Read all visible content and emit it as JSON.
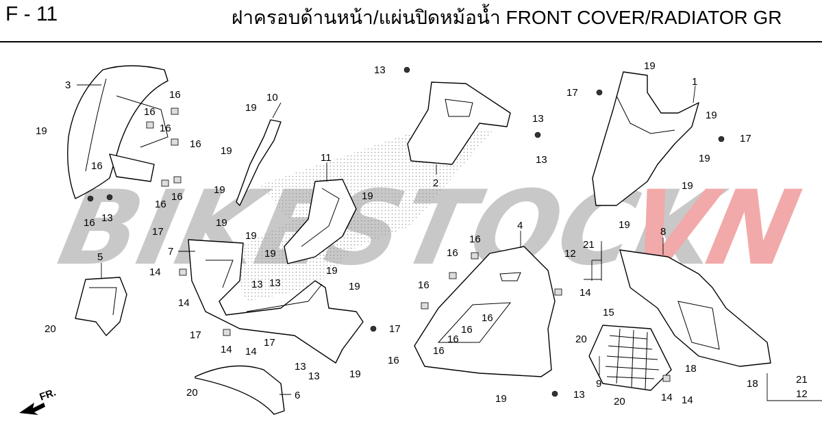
{
  "header": {
    "code": "F - 11",
    "title": "ฝาครอบด้านหน้า/แผ่นปิดหม้อน้ำ  FRONT COVER/RADIATOR GR"
  },
  "watermark": {
    "text_gray": "BIKESTOCK",
    "text_red": "VN",
    "color_gray": "#c8c8c8",
    "color_red": "#f2a9a9"
  },
  "direction_indicator": {
    "label": "FR."
  },
  "callouts": {
    "c1": "1",
    "c2": "2",
    "c3": "3",
    "c4": "4",
    "c5": "5",
    "c6": "6",
    "c7": "7",
    "c8": "8",
    "c9": "9",
    "c10": "10",
    "c11": "11",
    "c3_16a": "16",
    "c3_16b": "16",
    "c3_16c": "16",
    "c3_16d": "16",
    "c3_16e": "16",
    "c3_16f": "16",
    "c3_16g": "16",
    "c3_16h": "16",
    "c3_19": "19",
    "c3_13": "13",
    "c10_19a": "19",
    "c10_19b": "19",
    "c10_19c": "19",
    "c10_19d": "19",
    "c7_17": "17",
    "c7_19": "19",
    "c7_19b": "19",
    "c7_14a": "14",
    "c7_14b": "14",
    "c7_17b": "17",
    "c7_13a": "13",
    "c7_13b": "13",
    "c7_14c": "14",
    "c7_14d": "14",
    "c7_17c": "17",
    "c7_13c": "13",
    "c7_13d": "13",
    "c7_19c": "19",
    "c7_19d": "19",
    "c7_17d": "17",
    "c11_19a": "19",
    "c11_19b": "19",
    "c5_20": "20",
    "c6_20": "20",
    "c2_13a": "13",
    "c2_13b": "13",
    "c2_13c": "13",
    "c1_19a": "19",
    "c1_17a": "17",
    "c1_19b": "19",
    "c1_17b": "17",
    "c1_19c": "19",
    "c1_19d": "19",
    "c1_19e": "19",
    "c4_16a": "16",
    "c4_16b": "16",
    "c4_16c": "16",
    "c4_14": "14",
    "c4_16d": "16",
    "c4_16e": "16",
    "c4_16f": "16",
    "c4_16g": "16",
    "c4_19": "19",
    "c4_16h": "16",
    "c4_13": "13",
    "c8_12": "12",
    "c8_21": "21",
    "c8_15": "15",
    "c8_18a": "18",
    "c8_18b": "18",
    "c8_14a": "14",
    "c8_14b": "14",
    "c9_20a": "20",
    "c9_20b": "20",
    "c_21": "21",
    "c_12": "12"
  }
}
